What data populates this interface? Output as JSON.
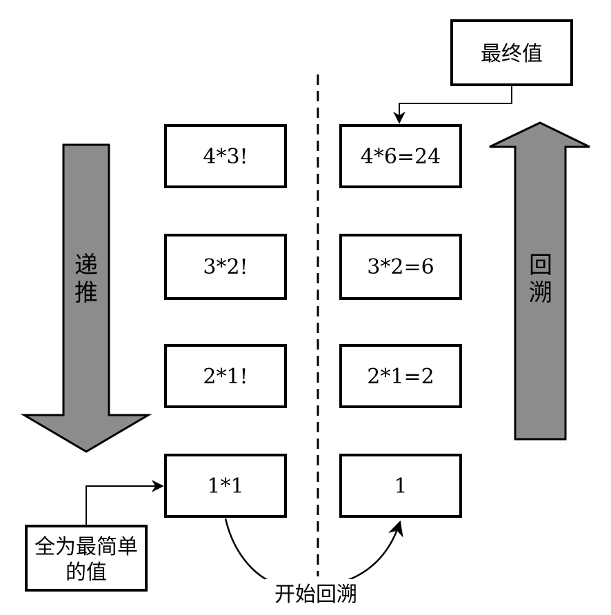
{
  "colors": {
    "arrow_fill": "#8c8c8c",
    "stroke": "#000000",
    "background": "#ffffff"
  },
  "left_arrow": {
    "line1": "递",
    "line2": "推"
  },
  "right_arrow": {
    "line1": "回",
    "line2": "溯"
  },
  "recursion_column": [
    "4*3!",
    "3*2!",
    "2*1!",
    "1*1"
  ],
  "backtrack_column": [
    "4*6=24",
    "3*2=6",
    "2*1=2",
    "1"
  ],
  "final_value_label": "最终值",
  "base_case_label": {
    "line1": "全为最简单",
    "line2": "的值"
  },
  "start_backtrack_label": "开始回溯"
}
